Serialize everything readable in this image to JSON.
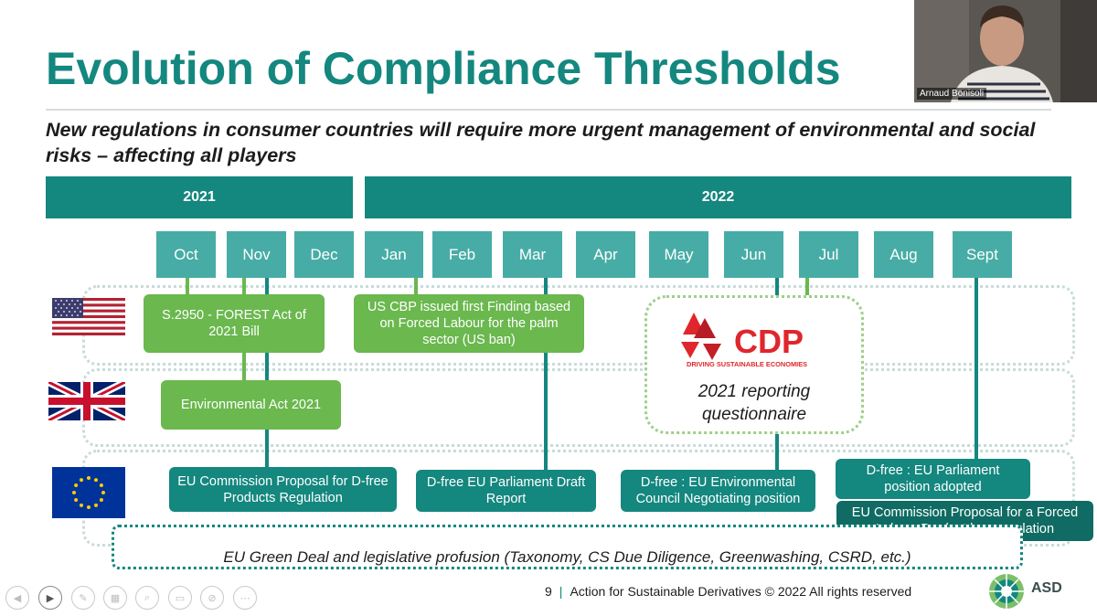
{
  "title": "Evolution of Compliance Thresholds",
  "subtitle": "New regulations in consumer countries will require more urgent management of environmental and social risks – affecting all players",
  "years": [
    "2021",
    "2022"
  ],
  "months": [
    "Oct",
    "Nov",
    "Dec",
    "Jan",
    "Feb",
    "Mar",
    "Apr",
    "May",
    "Jun",
    "Jul",
    "Aug",
    "Sept"
  ],
  "flags": {
    "us": "us-flag-icon",
    "uk": "uk-flag-icon",
    "eu": "eu-flag-icon"
  },
  "events": {
    "us_forest_act": "S.2950 - FOREST Act of 2021 Bill",
    "us_cbp": "US CBP issued first Finding based on Forced Labour for the palm sector (US ban)",
    "uk_env_act": "Environmental Act 2021",
    "eu_commission_proposal": "EU Commission Proposal  for D-free Products Regulation",
    "eu_parliament_draft": "D-free EU Parliament Draft Report",
    "eu_env_council": "D-free : EU Environmental Council Negotiating position",
    "eu_parliament_adopted": "D-free : EU Parliament position adopted",
    "eu_forced_labour": "EU Commission Proposal for a Forced Labour Product ban regulation"
  },
  "cdp": {
    "logo_text": "CDP",
    "tagline": "DRIVING SUSTAINABLE ECONOMIES",
    "caption": "2021 reporting questionnaire"
  },
  "green_deal": "EU Green Deal and legislative profusion (Taxonomy, CS Due Diligence, Greenwashing, CSRD, etc.)",
  "footer": {
    "page_number": "9",
    "separator": "|",
    "text": "Action for Sustainable Derivatives © 2022 All rights reserved",
    "logo_text": "ASD"
  },
  "webcam": {
    "name": "Arnaud Bonisoli"
  },
  "colors": {
    "teal": "#14877f",
    "month_teal": "#47aca6",
    "green": "#6ab84e",
    "dark_teal": "#0f6b63"
  }
}
